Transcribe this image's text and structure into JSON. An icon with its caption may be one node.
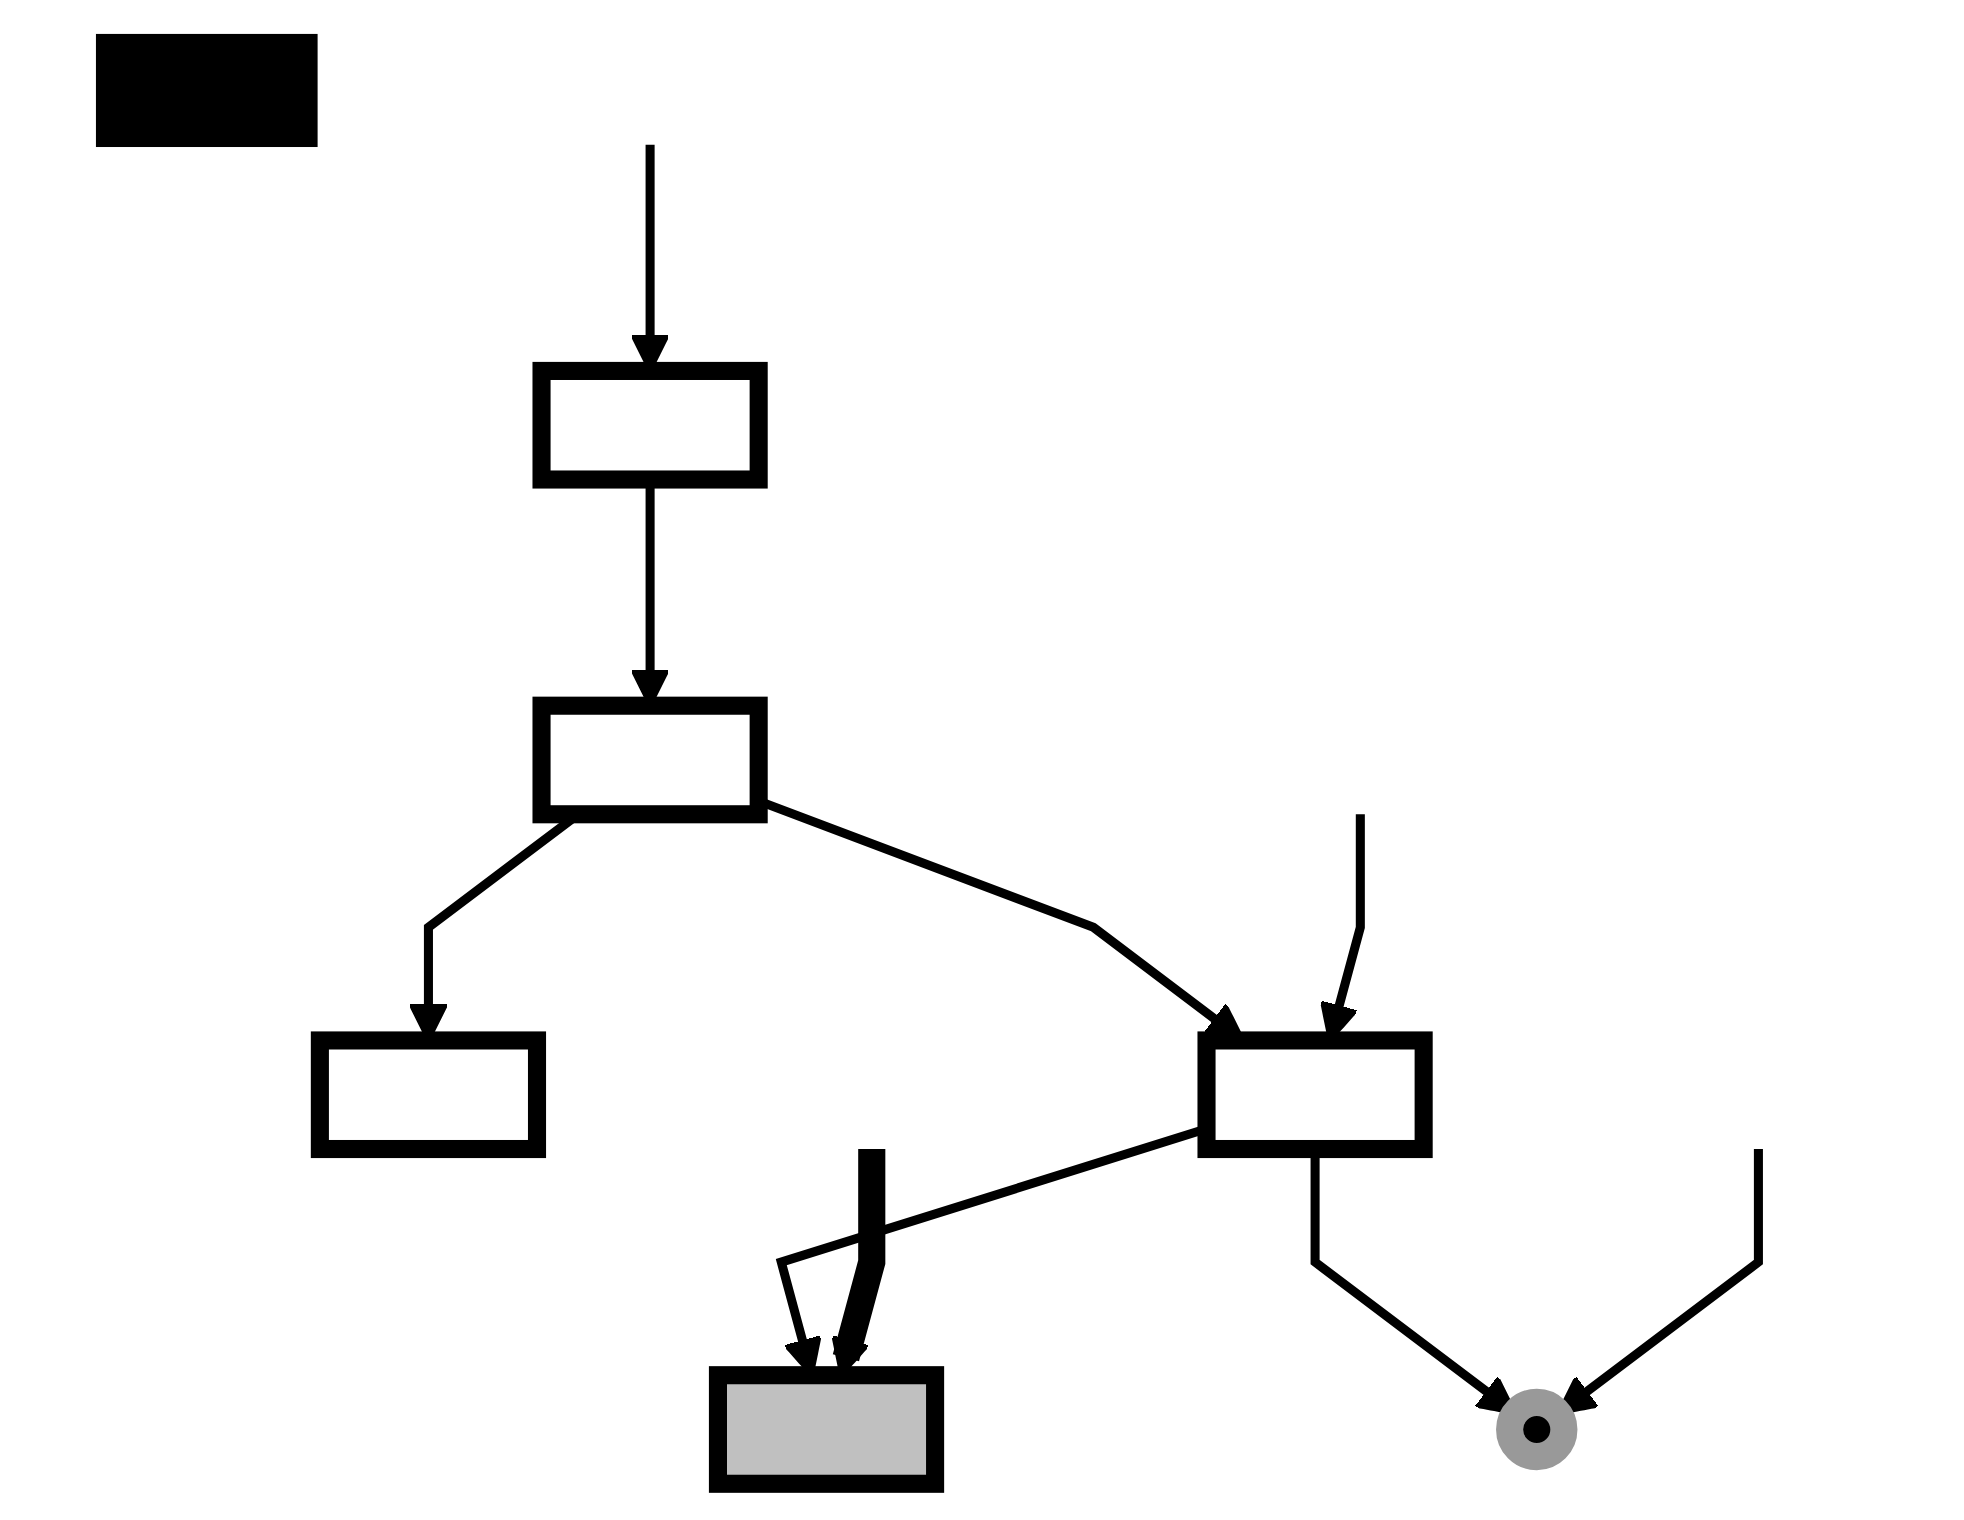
{
  "diagram": {
    "nodes": [
      {
        "text": [],
        "shape": "box"
      },
      {
        "text": [],
        "shape": "box"
      },
      {
        "text": [],
        "shape": "box"
      },
      {
        "text": [],
        "shape": "box"
      },
      {
        "text": [],
        "shape": "bar"
      },
      {
        "text": [],
        "shape": "circle"
      },
      {
        "text": [],
        "shape": "box"
      }
    ],
    "edges": [
      {
        "from": null,
        "to": 4,
        "arrow": "to",
        "style": "thick"
      },
      {
        "from": null,
        "to": 3,
        "arrow": "to"
      },
      {
        "from": null,
        "to": 5,
        "arrow": "to"
      },
      {
        "from": null,
        "to": 0,
        "arrow": "to"
      },
      {
        "from": 0,
        "to": 2,
        "arrow": "to"
      },
      {
        "from": 2,
        "to": 1,
        "arrow": "to"
      },
      {
        "from": 2,
        "to": 3,
        "arrow": "to"
      },
      {
        "from": 3,
        "to": 5,
        "arrow": "to"
      },
      {
        "from": 3,
        "to": 4,
        "arrow": "to"
      }
    ]
  }
}
